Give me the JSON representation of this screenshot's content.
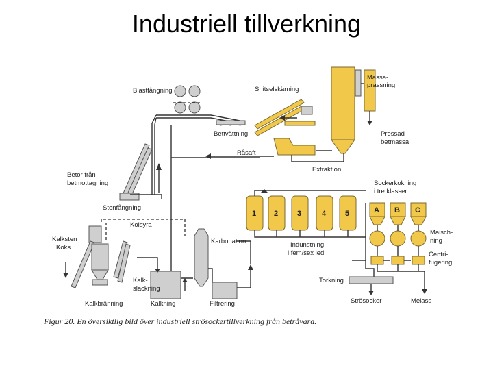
{
  "title": "Industriell tillverkning",
  "labels": {
    "blastfangning": "Blastfångning",
    "snitselskarning": "Snitselskärning",
    "massa1": "Massa-",
    "massa2": "prassning",
    "bettvattning": "Bettvättning",
    "pressad1": "Pressad",
    "pressad2": "betmassa",
    "rasaft": "Råsaft",
    "extraktion": "Extraktion",
    "betor1": "Betor från",
    "betor2": "betmottagning",
    "stenfangning": "Stenfångning",
    "kolsyra": "Kolsyra",
    "karbonation": "Karbonation",
    "kalksten1": "Kalksten",
    "kalksten2": "Koks",
    "kalk1": "Kalk-",
    "kalk2": "slackning",
    "kalkbranning": "Kalkbränning",
    "kalkning": "Kalkning",
    "filtrering": "Filtrering",
    "indunstning1": "Indunstning",
    "indunstning2": "i fem/sex led",
    "sockerkokning1": "Sockerkokning",
    "sockerkokning2": "i tre klasser",
    "maisch1": "Maisch-",
    "maisch2": "ning",
    "centri1": "Centri-",
    "centri2": "fugering",
    "torkning": "Torkning",
    "strosocker": "Strösocker",
    "melass": "Melass"
  },
  "evaporators": [
    "1",
    "2",
    "3",
    "4",
    "5"
  ],
  "boilers": [
    "A",
    "B",
    "C"
  ],
  "caption": "Figur 20. En översiktlig bild över industriell strösockertillverkning från betråvara."
}
